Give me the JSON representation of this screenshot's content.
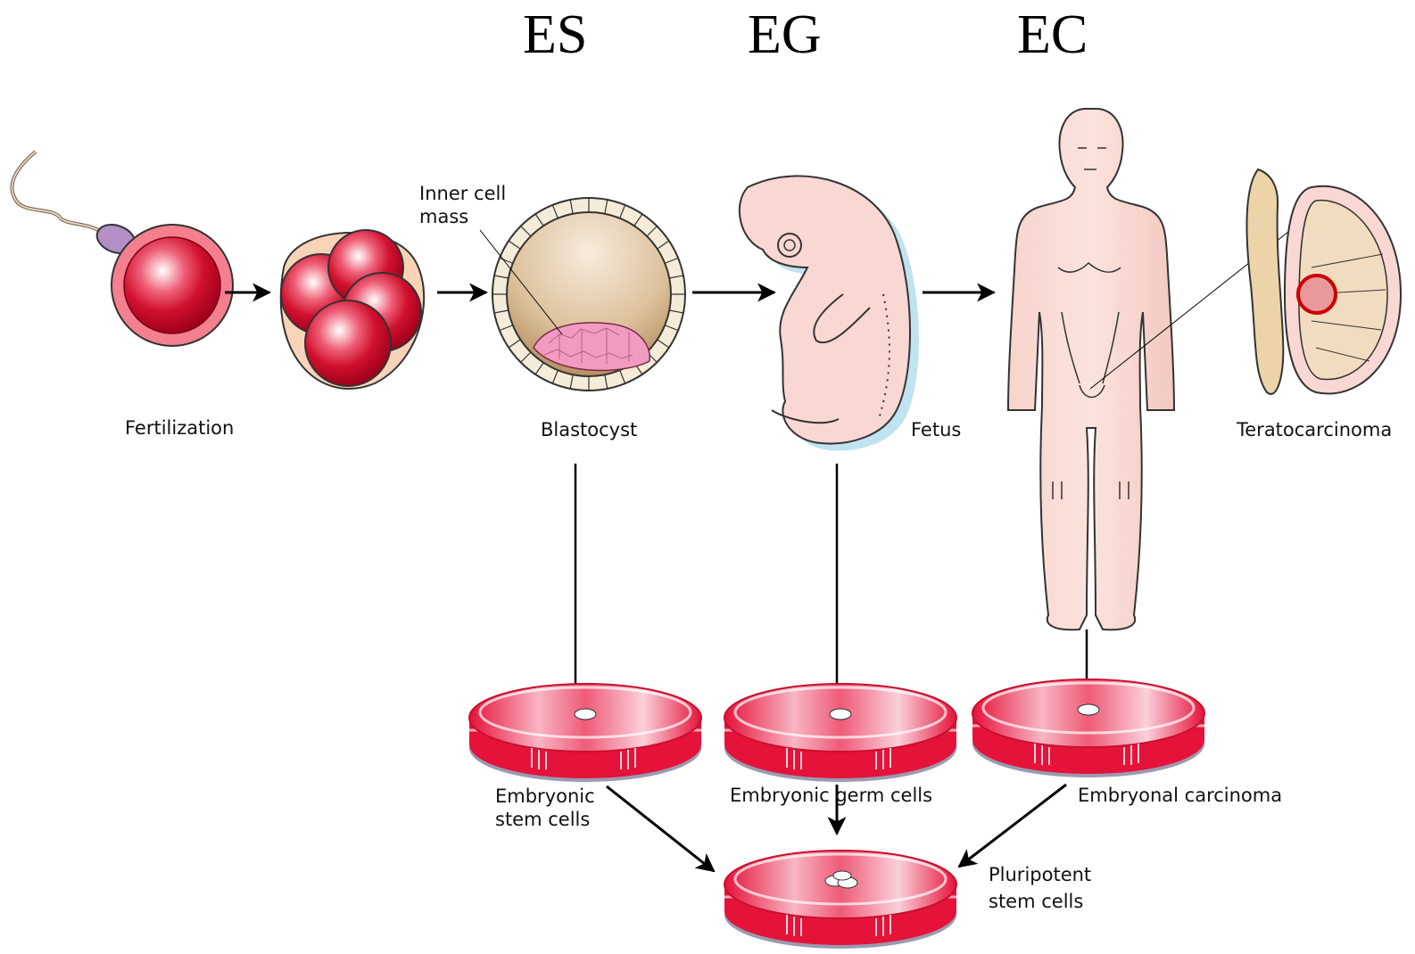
{
  "headers": {
    "es": "ES",
    "eg": "EG",
    "ec": "EC"
  },
  "labels": {
    "inner_cell_mass_line1": "Inner cell",
    "inner_cell_mass_line2": "mass",
    "fertilization": "Fertilization",
    "blastocyst": "Blastocyst",
    "fetus": "Fetus",
    "teratocarcinoma": "Teratocarcinoma",
    "embryonic_stem_cells_line1": "Embryonic",
    "embryonic_stem_cells_line2": "stem cells",
    "embryonic_germ_cells": "Embryonic germ cells",
    "embryonal_carcinoma": "Embryonal carcinoma",
    "pluripotent_line1": "Pluripotent",
    "pluripotent_line2": "stem cells"
  },
  "colors": {
    "egg_outer": "#f47f8e",
    "egg_inner": "#d0102e",
    "flesh": "#f9d7d3",
    "flesh_shadow": "#bfe3ef",
    "blastocyst_fill": "#c7a071",
    "icm": "#f29bc0",
    "dish_red": "#e5123a",
    "dish_pink": "#f48ea3",
    "arrow": "#000000"
  }
}
